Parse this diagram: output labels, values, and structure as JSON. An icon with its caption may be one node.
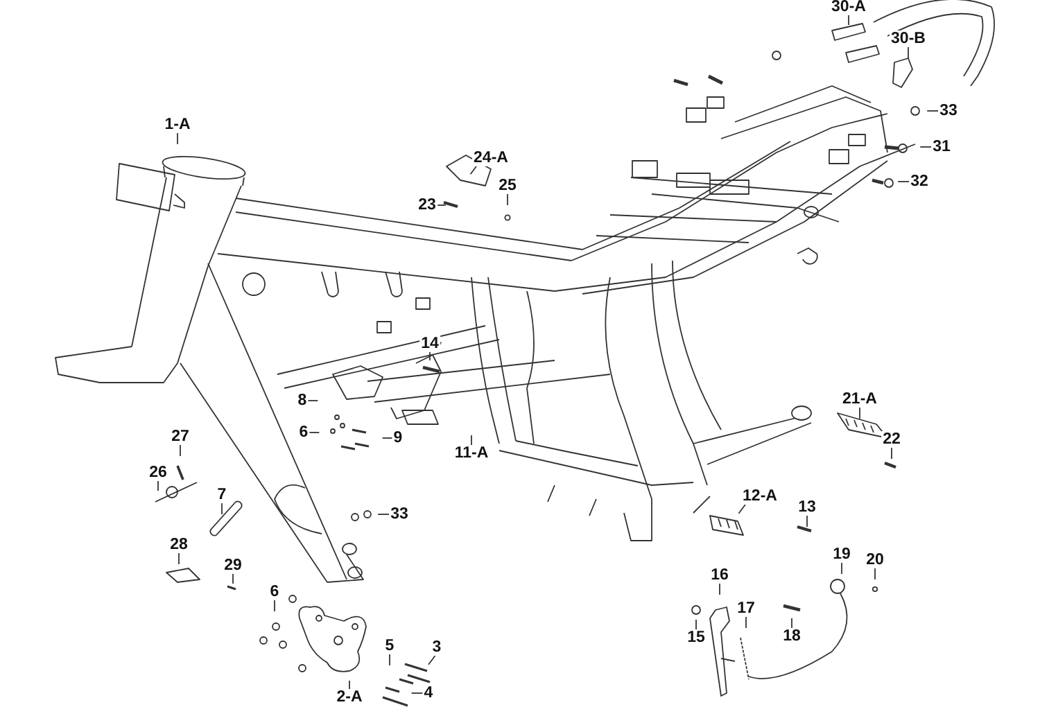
{
  "diagram": {
    "nodes": [
      {
        "text": [
          "30-A"
        ]
      },
      {
        "text": [
          "30-B"
        ]
      },
      {
        "text": [
          "33"
        ]
      },
      {
        "text": [
          "1-A"
        ]
      },
      {
        "text": [
          "31"
        ]
      },
      {
        "text": [
          "24-A"
        ]
      },
      {
        "text": [
          "32"
        ]
      },
      {
        "text": [
          "25"
        ]
      },
      {
        "text": [
          "23"
        ]
      },
      {
        "text": [
          "14"
        ]
      },
      {
        "text": [
          "8"
        ]
      },
      {
        "text": [
          "21-A"
        ]
      },
      {
        "text": [
          "6"
        ]
      },
      {
        "text": [
          "9"
        ]
      },
      {
        "text": [
          "27"
        ]
      },
      {
        "text": [
          "11-A"
        ]
      },
      {
        "text": [
          "22"
        ]
      },
      {
        "text": [
          "26"
        ]
      },
      {
        "text": [
          "7"
        ]
      },
      {
        "text": [
          "12-A"
        ]
      },
      {
        "text": [
          "13"
        ]
      },
      {
        "text": [
          "33"
        ]
      },
      {
        "text": [
          "28"
        ]
      },
      {
        "text": [
          "19"
        ]
      },
      {
        "text": [
          "20"
        ]
      },
      {
        "text": [
          "29"
        ]
      },
      {
        "text": [
          "16"
        ]
      },
      {
        "text": [
          "6"
        ]
      },
      {
        "text": [
          "17"
        ]
      },
      {
        "text": [
          "15"
        ]
      },
      {
        "text": [
          "18"
        ]
      },
      {
        "text": [
          "5"
        ]
      },
      {
        "text": [
          "3"
        ]
      },
      {
        "text": [
          "4"
        ]
      },
      {
        "text": [
          "2-A"
        ]
      }
    ],
    "edges": [
      {
        "from": 0,
        "to": null,
        "arrow": "none"
      },
      {
        "from": 1,
        "to": null,
        "arrow": "none"
      },
      {
        "from": 2,
        "to": null,
        "arrow": "none"
      },
      {
        "from": 3,
        "to": null,
        "arrow": "none"
      },
      {
        "from": 4,
        "to": null,
        "arrow": "none"
      },
      {
        "from": 5,
        "to": null,
        "arrow": "none"
      },
      {
        "from": 6,
        "to": null,
        "arrow": "none"
      },
      {
        "from": 7,
        "to": null,
        "arrow": "none"
      },
      {
        "from": 8,
        "to": null,
        "arrow": "none"
      },
      {
        "from": 9,
        "to": null,
        "arrow": "none"
      },
      {
        "from": 10,
        "to": null,
        "arrow": "none"
      },
      {
        "from": 11,
        "to": null,
        "arrow": "none"
      },
      {
        "from": 12,
        "to": null,
        "arrow": "none"
      },
      {
        "from": 13,
        "to": null,
        "arrow": "none"
      },
      {
        "from": 14,
        "to": null,
        "arrow": "none"
      },
      {
        "from": 15,
        "to": null,
        "arrow": "none"
      },
      {
        "from": 16,
        "to": null,
        "arrow": "none"
      },
      {
        "from": 17,
        "to": null,
        "arrow": "none"
      },
      {
        "from": 18,
        "to": null,
        "arrow": "none"
      },
      {
        "from": 19,
        "to": null,
        "arrow": "none"
      },
      {
        "from": 20,
        "to": null,
        "arrow": "none"
      },
      {
        "from": 21,
        "to": null,
        "arrow": "none"
      },
      {
        "from": 22,
        "to": null,
        "arrow": "none"
      },
      {
        "from": 23,
        "to": null,
        "arrow": "none"
      },
      {
        "from": 24,
        "to": null,
        "arrow": "none"
      },
      {
        "from": 25,
        "to": null,
        "arrow": "none"
      },
      {
        "from": 26,
        "to": null,
        "arrow": "none"
      },
      {
        "from": 27,
        "to": null,
        "arrow": "none"
      },
      {
        "from": 28,
        "to": null,
        "arrow": "none"
      },
      {
        "from": 29,
        "to": null,
        "arrow": "none"
      },
      {
        "from": 30,
        "to": null,
        "arrow": "none"
      },
      {
        "from": 31,
        "to": null,
        "arrow": "none"
      },
      {
        "from": 32,
        "to": null,
        "arrow": "none"
      },
      {
        "from": 33,
        "to": null,
        "arrow": "none"
      },
      {
        "from": 34,
        "to": null,
        "arrow": "none"
      }
    ]
  }
}
